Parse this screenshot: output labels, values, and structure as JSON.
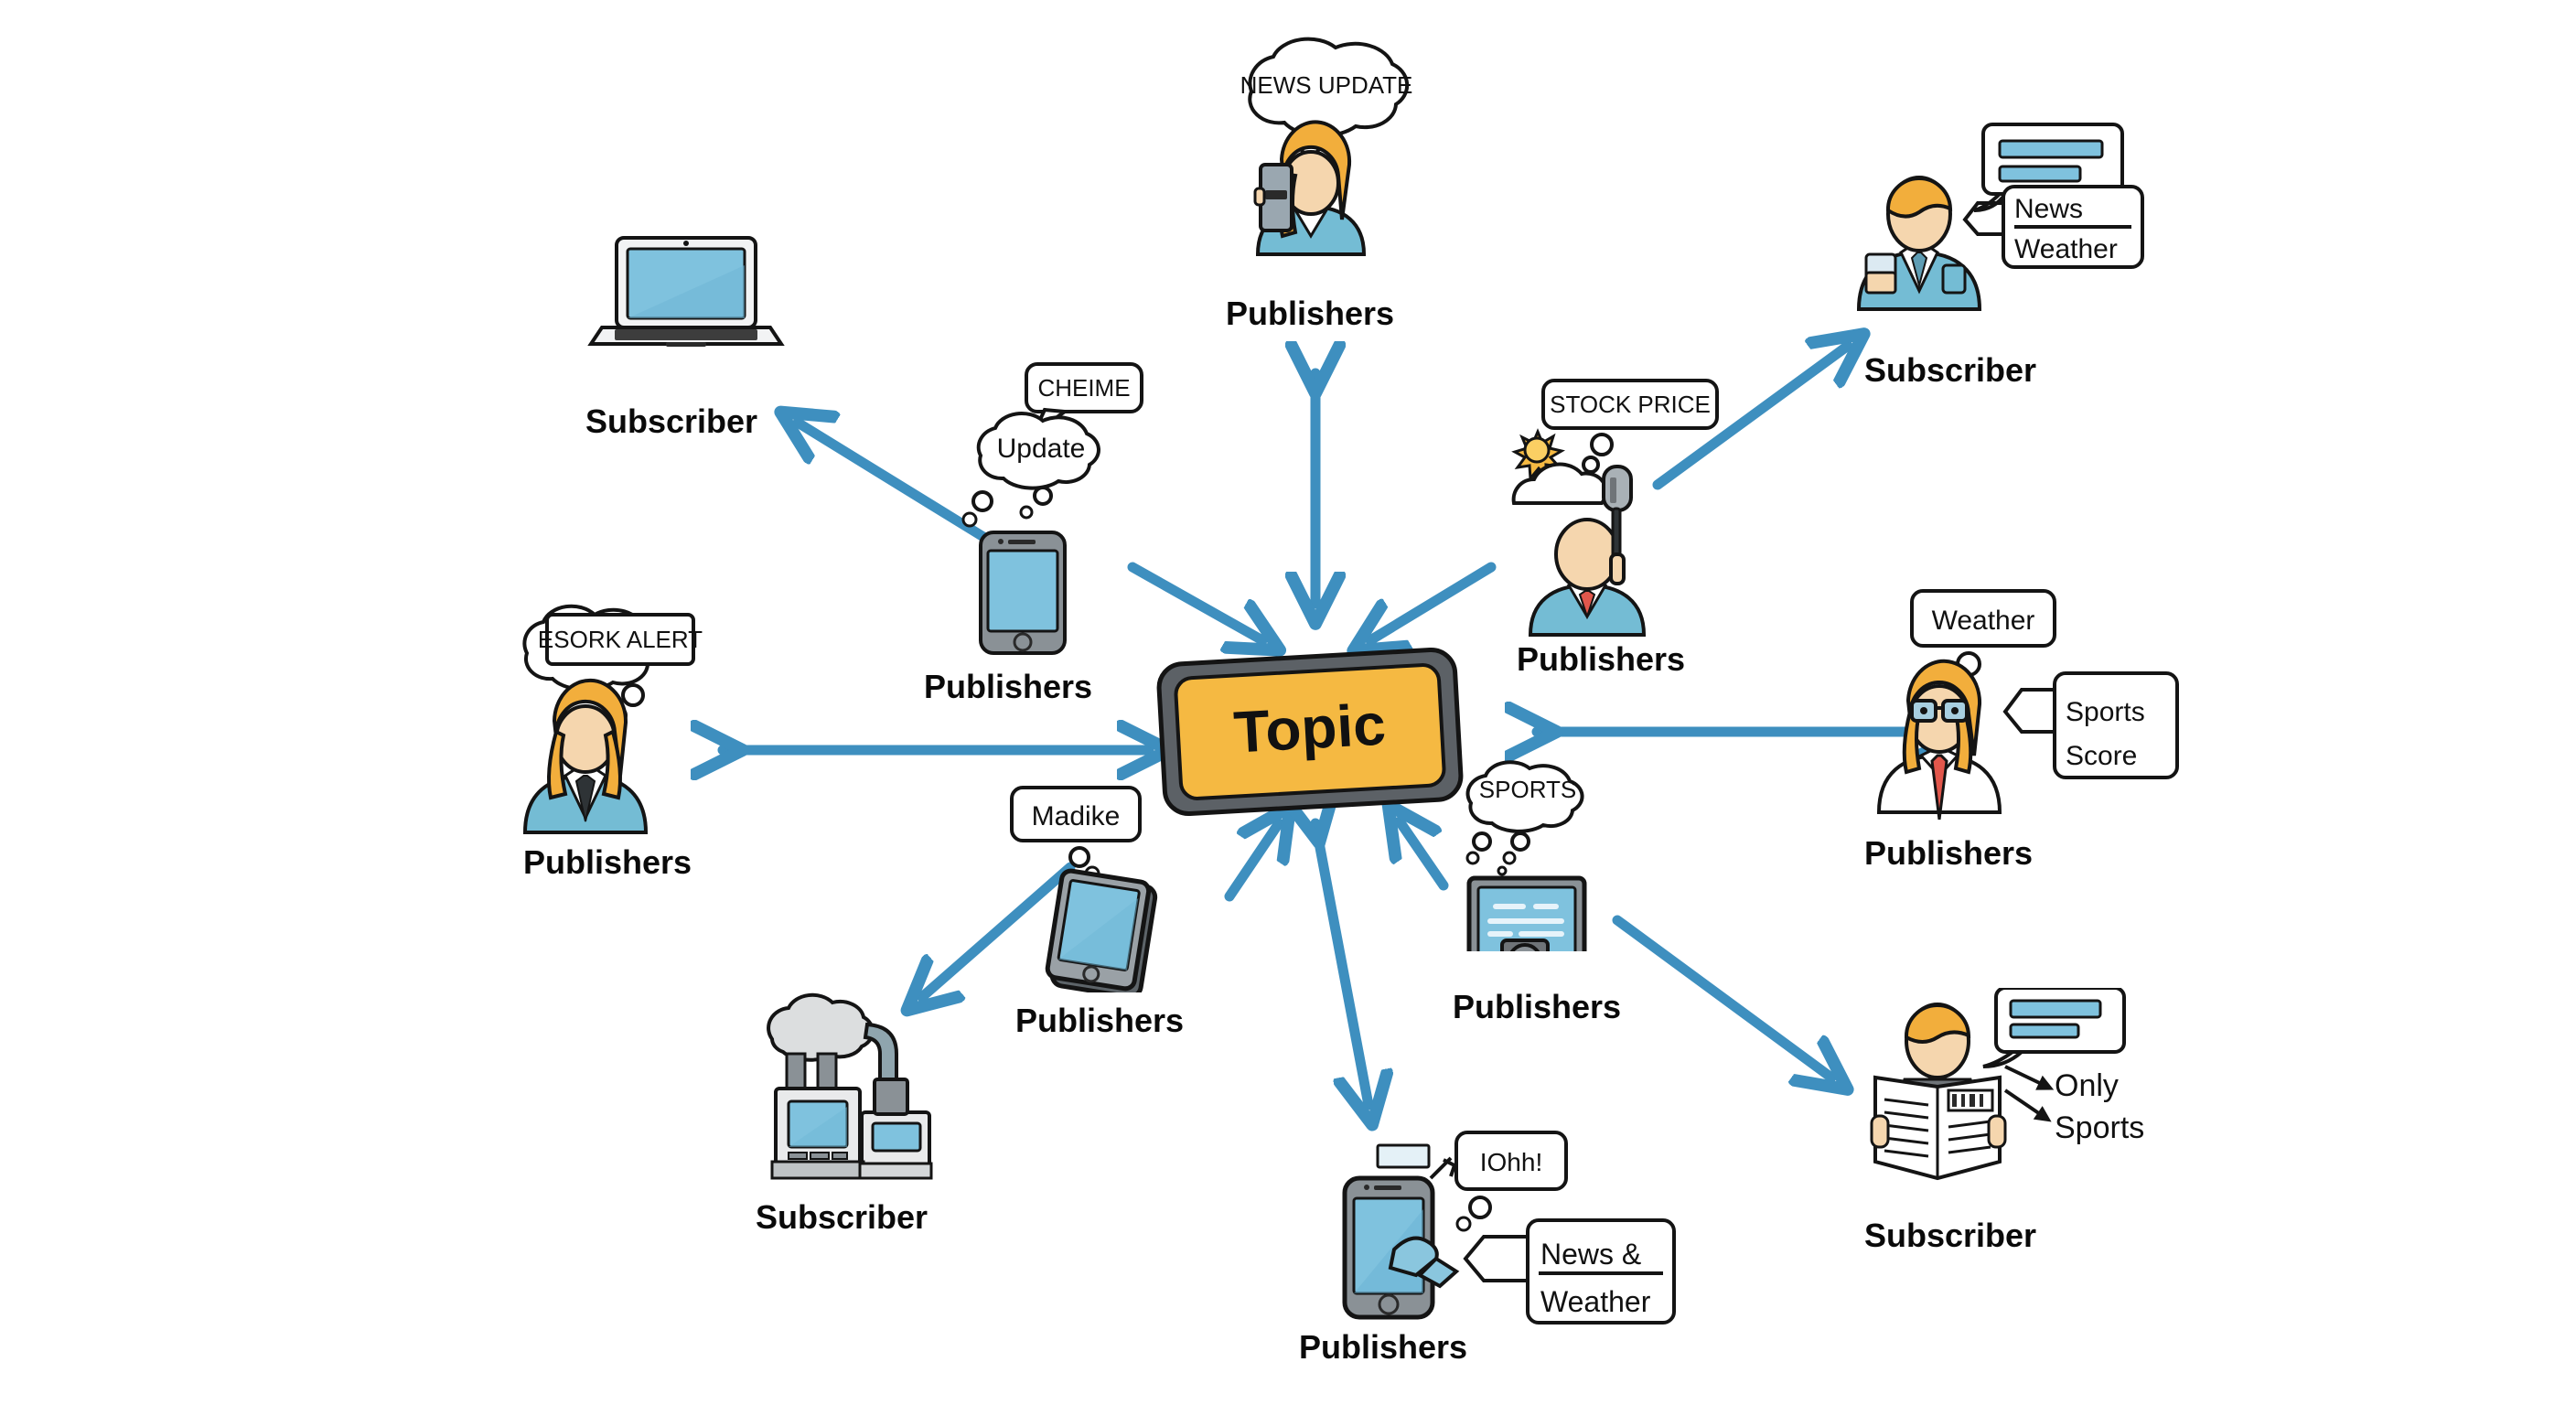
{
  "diagram": {
    "title": "Publish-Subscribe Topic Diagram",
    "center": {
      "label": "Topic",
      "fill": "#F5B942",
      "stroke": "#5C6166"
    },
    "arrow_color": "#3E8FBF",
    "palette": {
      "arrow": "#3E8FBF",
      "screen_blue": "#7FC2DE",
      "device_gray": "#8A9196",
      "skin": "#F5D6AE",
      "hair_blonde": "#F2AE3C",
      "suit_teal": "#74BCD4",
      "tie_red": "#E2574C",
      "outline": "#141414"
    },
    "nodes": [
      {
        "id": "laptop-subscriber",
        "role": "Subscriber",
        "caption": "Subscriber",
        "icon": "laptop-icon",
        "bubbles": []
      },
      {
        "id": "phone-publisher-update",
        "role": "Publishers",
        "caption": "Publishers",
        "icon": "smartphone-icon",
        "bubbles": [
          {
            "kind": "speech-box",
            "text": "CHEIME"
          },
          {
            "kind": "thought-cloud",
            "text": "Update"
          }
        ]
      },
      {
        "id": "woman-publisher-news",
        "role": "Publishers",
        "caption": "Publishers",
        "icon": "woman-with-phone-icon",
        "bubbles": [
          {
            "kind": "thought-cloud",
            "text": "NEWS UPDATE"
          }
        ]
      },
      {
        "id": "reporter-publisher-stock",
        "role": "Publishers",
        "caption": "Publishers",
        "icon": "reporter-microphone-icon",
        "bubbles": [
          {
            "kind": "speech-box",
            "text": "STOCK PRICE"
          }
        ],
        "extra_icon": "sun-cloud-weather-icon"
      },
      {
        "id": "man-subscriber-news-weather",
        "role": "Subscriber",
        "caption": "Subscriber",
        "icon": "man-with-glass-icon",
        "bubbles": [
          {
            "kind": "speech-bubble-bars",
            "text": ""
          },
          {
            "kind": "card",
            "text": "News"
          },
          {
            "kind": "card",
            "text": "Weather"
          }
        ]
      },
      {
        "id": "woman-publisher-weather",
        "role": "Publishers",
        "caption": "Publishers",
        "icon": "woman-glasses-redtie-icon",
        "bubbles": [
          {
            "kind": "thought-box",
            "text": "Weather"
          },
          {
            "kind": "card",
            "text": "Sports"
          },
          {
            "kind": "card",
            "text": "Score"
          }
        ]
      },
      {
        "id": "newspaper-subscriber",
        "role": "Subscriber",
        "caption": "Subscriber",
        "icon": "man-reading-newspaper-icon",
        "bubbles": [
          {
            "kind": "speech-bubble-bars",
            "text": ""
          },
          {
            "kind": "annotation",
            "text": "Only"
          },
          {
            "kind": "annotation",
            "text": "Sports"
          }
        ]
      },
      {
        "id": "monitor-publisher-sports",
        "role": "Publishers",
        "caption": "Publishers",
        "icon": "monitor-display-icon",
        "bubbles": [
          {
            "kind": "thought-cloud",
            "text": "SPORTS"
          }
        ]
      },
      {
        "id": "phone-publisher-news-weather",
        "role": "Publishers",
        "caption": "Publishers",
        "icon": "smartphone-hand-touch-icon",
        "bubbles": [
          {
            "kind": "speech-box",
            "text": "IOhh!"
          },
          {
            "kind": "card",
            "text": "News &"
          },
          {
            "kind": "card",
            "text": "Weather"
          }
        ]
      },
      {
        "id": "tablet-publisher-madike",
        "role": "Publishers",
        "caption": "Publishers",
        "icon": "tablet-icon",
        "bubbles": [
          {
            "kind": "thought-box",
            "text": "Madike"
          }
        ]
      },
      {
        "id": "factory-subscriber",
        "role": "Subscriber",
        "caption": "Subscriber",
        "icon": "factory-server-icon",
        "bubbles": []
      },
      {
        "id": "woman-publisher-alert",
        "role": "Publishers",
        "caption": "Publishers",
        "icon": "woman-teal-blazer-icon",
        "bubbles": [
          {
            "kind": "thought-cloud",
            "text": "ESORK ALERT"
          }
        ]
      }
    ],
    "labels": {
      "center": "Topic",
      "publishers": "Publishers",
      "subscriber": "Subscriber",
      "news_update": "NEWS UPDATE",
      "cheime": "CHEIME",
      "update": "Update",
      "stock_price": "STOCK PRICE",
      "news": "News",
      "weather": "Weather",
      "weather_thought": "Weather",
      "sports": "Sports",
      "score": "Score",
      "only": "Only",
      "only_sports": "Sports",
      "sports_cloud": "SPORTS",
      "ohh": "IOhh!",
      "news_amp": "News &",
      "weather2": "Weather",
      "madike": "Madike",
      "esork_alert": "ESORK ALERT"
    }
  }
}
